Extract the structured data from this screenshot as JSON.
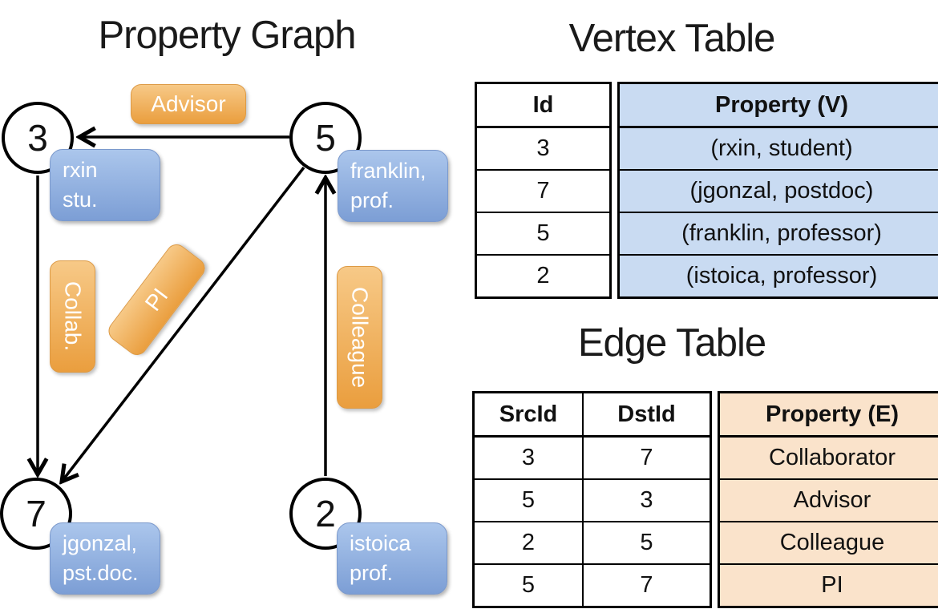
{
  "property_graph": {
    "title": "Property Graph",
    "nodes": [
      {
        "id": "3",
        "line1": "rxin",
        "line2": "stu."
      },
      {
        "id": "5",
        "line1": "franklin,",
        "line2": "prof."
      },
      {
        "id": "7",
        "line1": "jgonzal,",
        "line2": "pst.doc."
      },
      {
        "id": "2",
        "line1": "istoica",
        "line2": "prof."
      }
    ],
    "edge_labels": {
      "advisor": "Advisor",
      "collab": "Collab.",
      "pi": "PI",
      "colleague": "Colleague"
    }
  },
  "vertex_table": {
    "title": "Vertex Table",
    "col_id": "Id",
    "col_property": "Property (V)",
    "rows": [
      {
        "id": "3",
        "property": "(rxin, student)"
      },
      {
        "id": "7",
        "property": "(jgonzal, postdoc)"
      },
      {
        "id": "5",
        "property": "(franklin, professor)"
      },
      {
        "id": "2",
        "property": "(istoica, professor)"
      }
    ]
  },
  "edge_table": {
    "title": "Edge Table",
    "col_src": "SrcId",
    "col_dst": "DstId",
    "col_property": "Property (E)",
    "rows": [
      {
        "src": "3",
        "dst": "7",
        "property": "Collaborator"
      },
      {
        "src": "5",
        "dst": "3",
        "property": "Advisor"
      },
      {
        "src": "2",
        "dst": "5",
        "property": "Colleague"
      },
      {
        "src": "5",
        "dst": "7",
        "property": "PI"
      }
    ]
  },
  "colors": {
    "edge_label_orange": "#f0a953",
    "vertex_box_blue": "#8aa9dc",
    "vertex_table_fill": "#c9dbf2",
    "edge_table_fill": "#fae3cb"
  }
}
